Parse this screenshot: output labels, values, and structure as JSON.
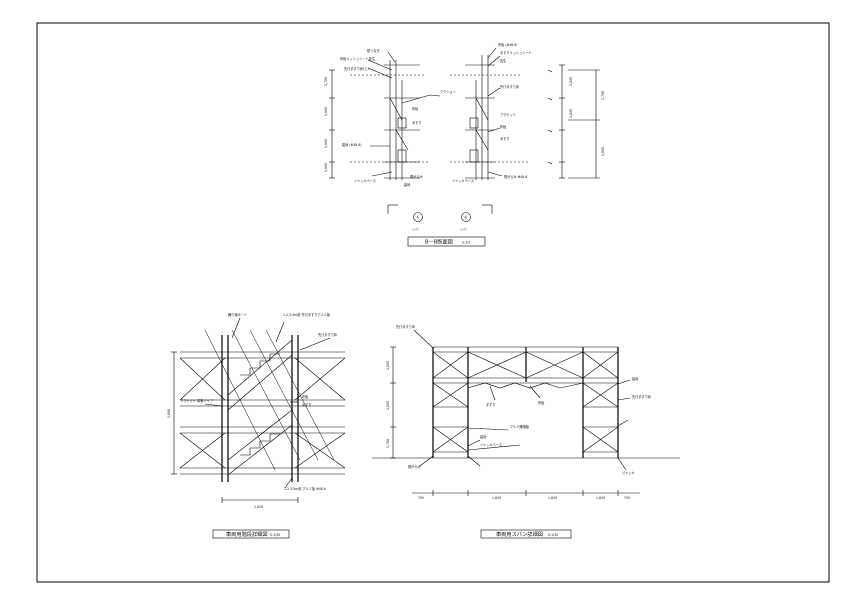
{
  "section_view": {
    "left_labels": [
      "壁つなぎ",
      "布板メッシュシート養生",
      "先行手すり枠(上)",
      "アクション",
      "布板",
      "手すり",
      "ジャッキベース",
      "根がらみ",
      "建地",
      "建地 (Φ48.6)"
    ],
    "right_labels": [
      "布板 (Φ48.6)",
      "手すりメッシュシート",
      "養生",
      "先行手すり枠",
      "ブラケット",
      "布板",
      "手すり",
      "ジャッキベース",
      "根がらみ Φ48.6"
    ],
    "dims_left": [
      "1,700",
      "1,800",
      "1,800",
      "1,800"
    ],
    "dims_right": [
      "1,800",
      "1,800",
      "1,700",
      "1,800"
    ],
    "marker_a": "A",
    "marker_b": "B",
    "caption_a": "□-□",
    "caption_b": "□-□",
    "title": "B－B断面図",
    "scale": "S:1/1"
  },
  "crossing_view": {
    "labels": [
      "踊り場ボード",
      "1.2.3.5m用 先行手すりアルミ板",
      "先行手すり枠",
      "布板",
      "手すり",
      "ブラケット 単管パイプ",
      "1.2.3.5m用 アルミ板 Φ48.6"
    ],
    "dim_height": "1,800",
    "dim_width": "1,829",
    "title": "車両用階段詳細図",
    "scale": "S:1/30"
  },
  "span_view": {
    "labels": [
      "先行手すり枠",
      "手すり",
      "布板",
      "建地",
      "ジャッキベース",
      "アルミ踊場板",
      "建地",
      "根がらみ",
      "先行手すり枠",
      "ジャッキ"
    ],
    "dims_bottom": [
      "750",
      "1,829",
      "1,829",
      "1,829",
      "750"
    ],
    "dims_height": [
      "1,800",
      "1,800",
      "1,700"
    ],
    "title": "車両用スパン詳細図",
    "scale": "S:1/30"
  }
}
